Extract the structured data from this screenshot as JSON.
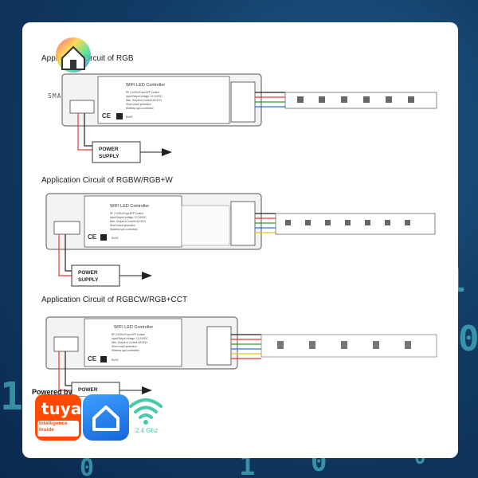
{
  "sections": [
    {
      "title": "Application Circuit of RGB"
    },
    {
      "title": "Application Circuit of RGBW/RGB+W"
    },
    {
      "title": "Application Circuit of RGBCW/RGB+CCT"
    }
  ],
  "controller": {
    "title": "WIFI LED Controller",
    "spec_lines": [
      "RF 2.4GHz/Tuya APP Control",
      "Input/Output Voltage: 12-24VDC",
      "Max. Output of Current 4A*3CH",
      "Short circuit protection",
      "Wireless sync controlled"
    ],
    "ce": "CE",
    "rohs": "RoHS"
  },
  "power_supply": {
    "line1": "POWER",
    "line2": "SUPPLY"
  },
  "brand": {
    "text": "SMART TECH"
  },
  "tuya": {
    "powered_by": "Powered by",
    "wordmark": "tuya",
    "intelligence_line1": "Intelligence",
    "intelligence_line2": "Inside",
    "wifi_label": "2.4 Ghz"
  },
  "colors": {
    "wire_red": "#e53935",
    "wire_black": "#222222",
    "wire_green": "#2e9e3a",
    "wire_blue": "#2f6fe0",
    "wire_yellow": "#e3c81a",
    "tuya_orange": "#ff4800",
    "home_blue": "#1f7ae8",
    "wifi_green": "#48c9a9"
  },
  "icons": [
    "logo-house-icon",
    "tuya-logo-icon",
    "smart-home-app-icon",
    "wifi-icon",
    "plug-icon",
    "qr-code-icon",
    "recycle-icon"
  ]
}
